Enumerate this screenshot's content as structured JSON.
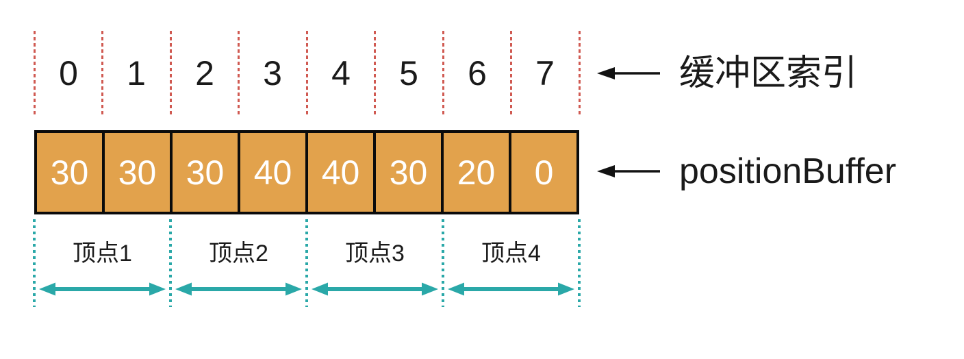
{
  "index_row": {
    "indices": [
      "0",
      "1",
      "2",
      "3",
      "4",
      "5",
      "6",
      "7"
    ],
    "label": "缓冲区索引"
  },
  "buffer": {
    "values": [
      "30",
      "30",
      "30",
      "40",
      "40",
      "30",
      "20",
      "0"
    ],
    "label": "positionBuffer"
  },
  "vertex_row": {
    "labels": [
      "顶点1",
      "顶点2",
      "顶点3",
      "顶点4"
    ]
  },
  "colors": {
    "cell_fill": "#e2a24c",
    "cell_border": "#0b0b0b",
    "cell_text": "#ffffff",
    "index_divider_red": "#d05a52",
    "vertex_accent_teal": "#2aa8a8",
    "label_text": "#1a1a1a"
  }
}
